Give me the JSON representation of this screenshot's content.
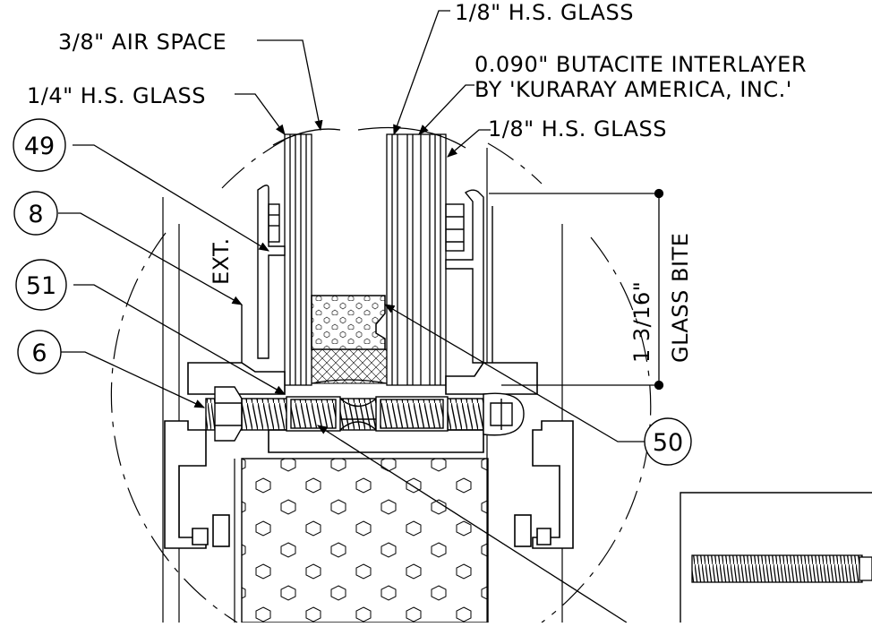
{
  "labels": {
    "air_space": "3/8\" AIR SPACE",
    "hs_glass_quarter": "1/4\" H.S. GLASS",
    "hs_glass_eighth_top": "1/8\" H.S. GLASS",
    "interlayer_line1": "0.090\" BUTACITE INTERLAYER",
    "interlayer_line2": "BY 'KURARAY AMERICA, INC.'",
    "hs_glass_eighth_bottom": "1/8\" H.S. GLASS",
    "exterior": "EXT.",
    "dimension": "1 3/16\"",
    "glass_bite": "GLASS BITE"
  },
  "callouts": {
    "c49": "49",
    "c8": "8",
    "c51": "51",
    "c6": "6",
    "c50": "50"
  }
}
